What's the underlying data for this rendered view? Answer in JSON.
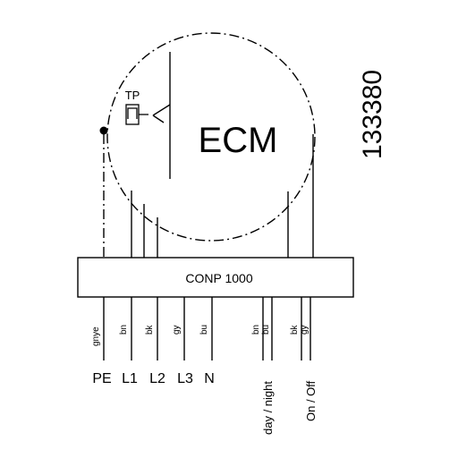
{
  "motor": {
    "label": "ECM",
    "thermal_protection_label": "TP"
  },
  "part_number": "133380",
  "controller": {
    "label": "CONP 1000"
  },
  "wire_colors": {
    "pe": "gnye",
    "l1": "bn",
    "l2": "bk",
    "l3": "gy",
    "n": "bu",
    "day_night_1": "bn",
    "day_night_2": "bu",
    "on_off_1": "bk",
    "on_off_2": "gy"
  },
  "terminals": {
    "pe": "PE",
    "l1": "L1",
    "l2": "L2",
    "l3": "L3",
    "n": "N",
    "day_night": "day / night",
    "on_off": "On / Off"
  },
  "colors": {
    "line": "#000000",
    "background": "#ffffff"
  }
}
